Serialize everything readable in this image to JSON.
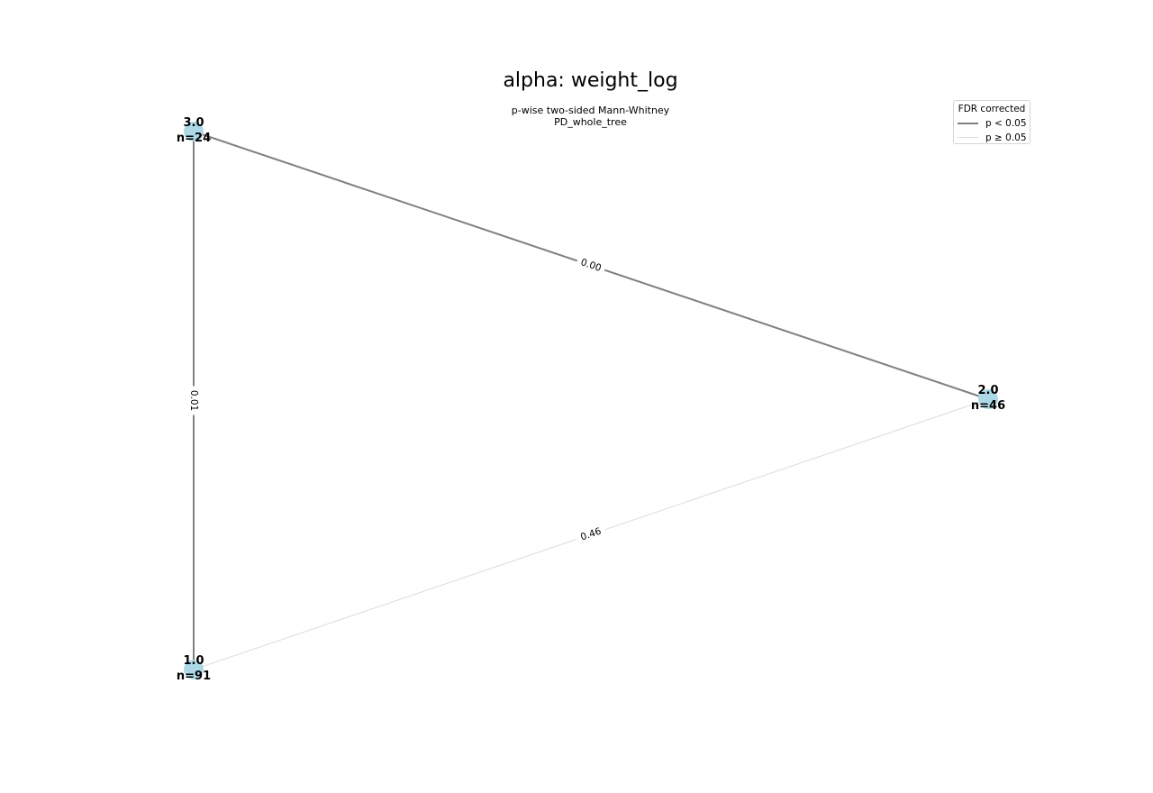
{
  "title": "alpha: weight_log",
  "subtitle": [
    "p-wise two-sided Mann-Whitney",
    "PD_whole_tree"
  ],
  "legend": {
    "title": "FDR corrected",
    "items": [
      {
        "label": "p < 0.05",
        "color": "#808080"
      },
      {
        "label": "p ≥ 0.05",
        "color": "#dcdcdc"
      }
    ]
  },
  "nodes": [
    {
      "id": "3.0",
      "label": "3.0",
      "count": "n=24"
    },
    {
      "id": "2.0",
      "label": "2.0",
      "count": "n=46"
    },
    {
      "id": "1.0",
      "label": "1.0",
      "count": "n=91"
    }
  ],
  "edges": [
    {
      "source": "3.0",
      "target": "2.0",
      "p_value": "0.00",
      "significant": true
    },
    {
      "source": "3.0",
      "target": "1.0",
      "p_value": "0.01",
      "significant": true
    },
    {
      "source": "1.0",
      "target": "2.0",
      "p_value": "0.46",
      "significant": false
    }
  ],
  "colors": {
    "node_fill": "#add8e6",
    "edge_significant": "#808080",
    "edge_nonsignificant": "#dcdcdc"
  }
}
